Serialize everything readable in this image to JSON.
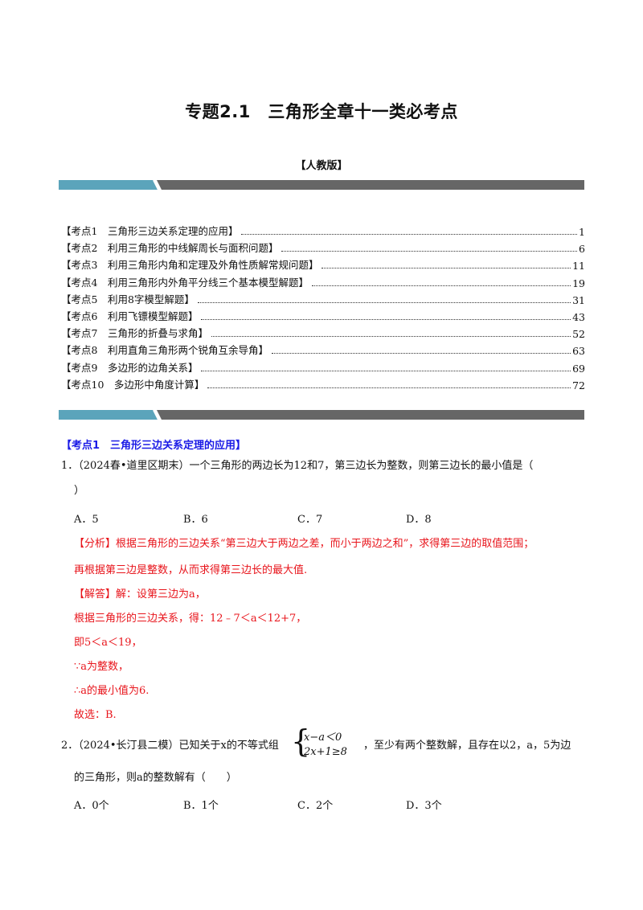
{
  "title": "专题2.1　三角形全章十一类必考点",
  "edition": "【人教版】",
  "colors": {
    "band_teal": "#5ba4bb",
    "band_gray": "#666666",
    "answer_red": "#e8141b",
    "heading_blue": "#1a1ae6"
  },
  "toc": [
    {
      "label": "【考点1　三角形三边关系定理的应用】",
      "page": "1"
    },
    {
      "label": "【考点2　利用三角形的中线解周长与面积问题】",
      "page": "6"
    },
    {
      "label": "【考点3　利用三角形内角和定理及外角性质解常规问题】",
      "page": "11"
    },
    {
      "label": "【考点4　利用三角形内外角平分线三个基本模型解题】",
      "page": "19"
    },
    {
      "label": "【考点5　利用8字模型解题】",
      "page": "31"
    },
    {
      "label": "【考点6　利用飞镖模型解题】",
      "page": "43"
    },
    {
      "label": "【考点7　三角形的折叠与求角】",
      "page": "52"
    },
    {
      "label": "【考点8　利用直角三角形两个锐角互余导角】",
      "page": "63"
    },
    {
      "label": "【考点9　多边形的边角关系】",
      "page": "69"
    },
    {
      "label": "【考点10　多边形中角度计算】",
      "page": "72"
    }
  ],
  "section1_heading": "【考点1　三角形三边关系定理的应用】",
  "q1": {
    "line1": "1．（2024春•道里区期末）一个三角形的两边长为12和7，第三边长为整数，则第三边长的最小值是（",
    "line2": "）",
    "options": [
      "A．5",
      "B．6",
      "C．7",
      "D．8"
    ],
    "analysis_line1": "【分析】根据三角形的三边关系“第三边大于两边之差，而小于两边之和”，求得第三边的取值范围；",
    "analysis_line2": "再根据第三边是整数，从而求得第三边长的最大值.",
    "answer_lines": [
      "【解答】解：设第三边为a，",
      "根据三角形的三边关系，得：12﹣7＜a＜12+7，",
      "即5＜a＜19，",
      "∵a为整数，",
      "∴a的最小值为6.",
      "故选：B."
    ]
  },
  "q2": {
    "prefix": "2．（2024•长汀县二模）已知关于x的不等式组",
    "ineq1": "x−a＜0",
    "ineq2": "2x+1≥8",
    "suffix": "，至少有两个整数解，且存在以2，a，5为边",
    "line2": "的三角形，则a的整数解有（　　）",
    "options": [
      "A．0个",
      "B．1个",
      "C．2个",
      "D．3个"
    ]
  }
}
